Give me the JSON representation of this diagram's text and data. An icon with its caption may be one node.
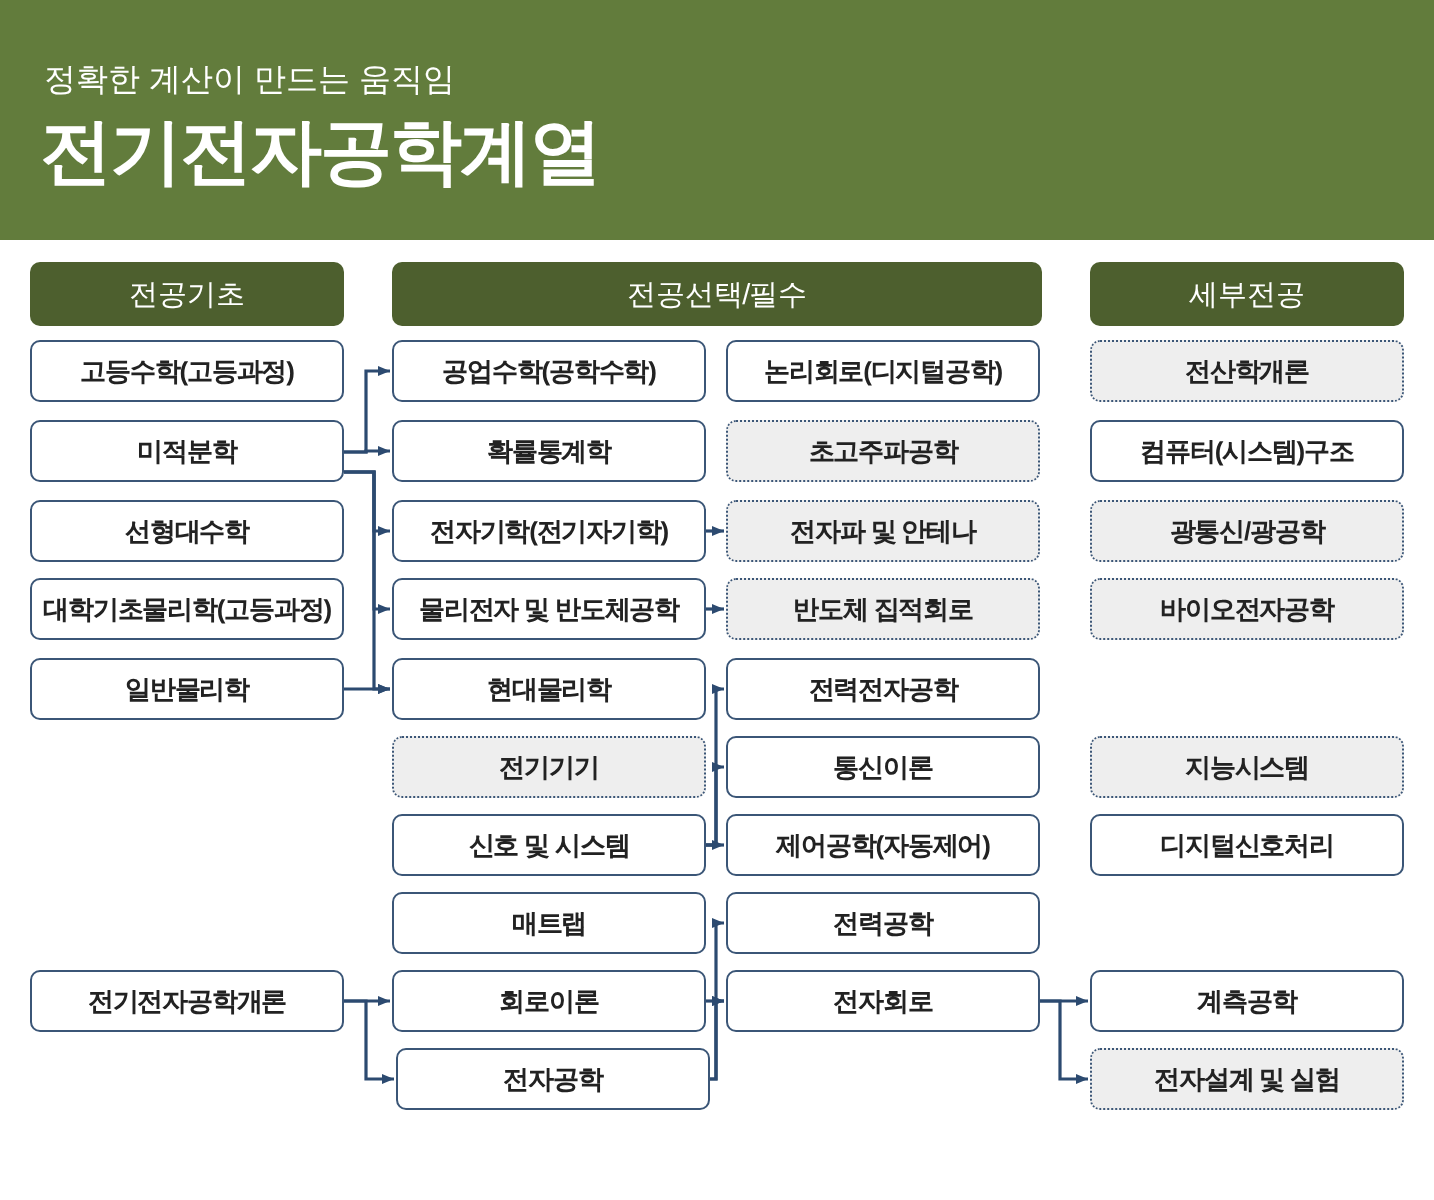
{
  "diagram": {
    "title": "전기전자공학계열",
    "nodes": [
      {
        "text": [
          "전공기초"
        ]
      },
      {
        "text": [
          "전공선택/필수"
        ]
      },
      {
        "text": [
          "세부전공"
        ]
      },
      {
        "text": [
          "고등수학(고등과정)"
        ]
      },
      {
        "text": [
          "미적분학"
        ]
      },
      {
        "text": [
          "선형대수학"
        ]
      },
      {
        "text": [
          "대학기초물리학(고등과정)"
        ]
      },
      {
        "text": [
          "일반물리학"
        ]
      },
      {
        "text": [
          "전기전자공학개론"
        ]
      },
      {
        "text": [
          "공업수학(공학수학)"
        ]
      },
      {
        "text": [
          "확률통계학"
        ]
      },
      {
        "text": [
          "전자기학(전기자기학)"
        ]
      },
      {
        "text": [
          "물리전자 및 반도체공학"
        ]
      },
      {
        "text": [
          "현대물리학"
        ]
      },
      {
        "text": [
          "전기기기"
        ]
      },
      {
        "text": [
          "신호 및 시스템"
        ]
      },
      {
        "text": [
          "매트랩"
        ]
      },
      {
        "text": [
          "회로이론"
        ]
      },
      {
        "text": [
          "전자공학"
        ]
      },
      {
        "text": [
          "논리회로(디지털공학)"
        ]
      },
      {
        "text": [
          "초고주파공학"
        ]
      },
      {
        "text": [
          "전자파 및 안테나"
        ]
      },
      {
        "text": [
          "반도체 집적회로"
        ]
      },
      {
        "text": [
          "전력전자공학"
        ]
      },
      {
        "text": [
          "통신이론"
        ]
      },
      {
        "text": [
          "제어공학(자동제어)"
        ]
      },
      {
        "text": [
          "전력공학"
        ]
      },
      {
        "text": [
          "전자회로"
        ]
      },
      {
        "text": [
          "전산학개론"
        ]
      },
      {
        "text": [
          "컴퓨터(시스템)구조"
        ]
      },
      {
        "text": [
          "광통신/광공학"
        ]
      },
      {
        "text": [
          "바이오전자공학"
        ]
      },
      {
        "text": [
          "지능시스템"
        ]
      },
      {
        "text": [
          "디지털신호처리"
        ]
      },
      {
        "text": [
          "계측공학"
        ]
      },
      {
        "text": [
          "전자설계 및 실험"
        ]
      }
    ],
    "edges": [
      {
        "from": 4,
        "to": 9,
        "arrow": "to"
      },
      {
        "from": 4,
        "to": 10,
        "arrow": "to"
      },
      {
        "from": 4,
        "to": 11,
        "arrow": "to"
      },
      {
        "from": 4,
        "to": 12,
        "arrow": "to"
      },
      {
        "from": 4,
        "to": 13,
        "arrow": "to"
      },
      {
        "from": 7,
        "to": 13,
        "arrow": "to"
      },
      {
        "from": 11,
        "to": 21,
        "arrow": "to"
      },
      {
        "from": 12,
        "to": 22,
        "arrow": "to"
      },
      {
        "from": 15,
        "to": 23,
        "arrow": "to"
      },
      {
        "from": 15,
        "to": 24,
        "arrow": "to"
      },
      {
        "from": 15,
        "to": 25,
        "arrow": "to"
      },
      {
        "from": 18,
        "to": 26,
        "arrow": "to"
      },
      {
        "from": 18,
        "to": 27,
        "arrow": "to"
      },
      {
        "from": 17,
        "to": 27,
        "arrow": "to"
      },
      {
        "from": 8,
        "to": 17,
        "arrow": "to"
      },
      {
        "from": 8,
        "to": 18,
        "arrow": "to"
      },
      {
        "from": 27,
        "to": 34,
        "arrow": "to"
      },
      {
        "from": 27,
        "to": 35,
        "arrow": "to"
      }
    ],
    "labels": [
      "정확한 계산이 만드는 움직임"
    ]
  }
}
